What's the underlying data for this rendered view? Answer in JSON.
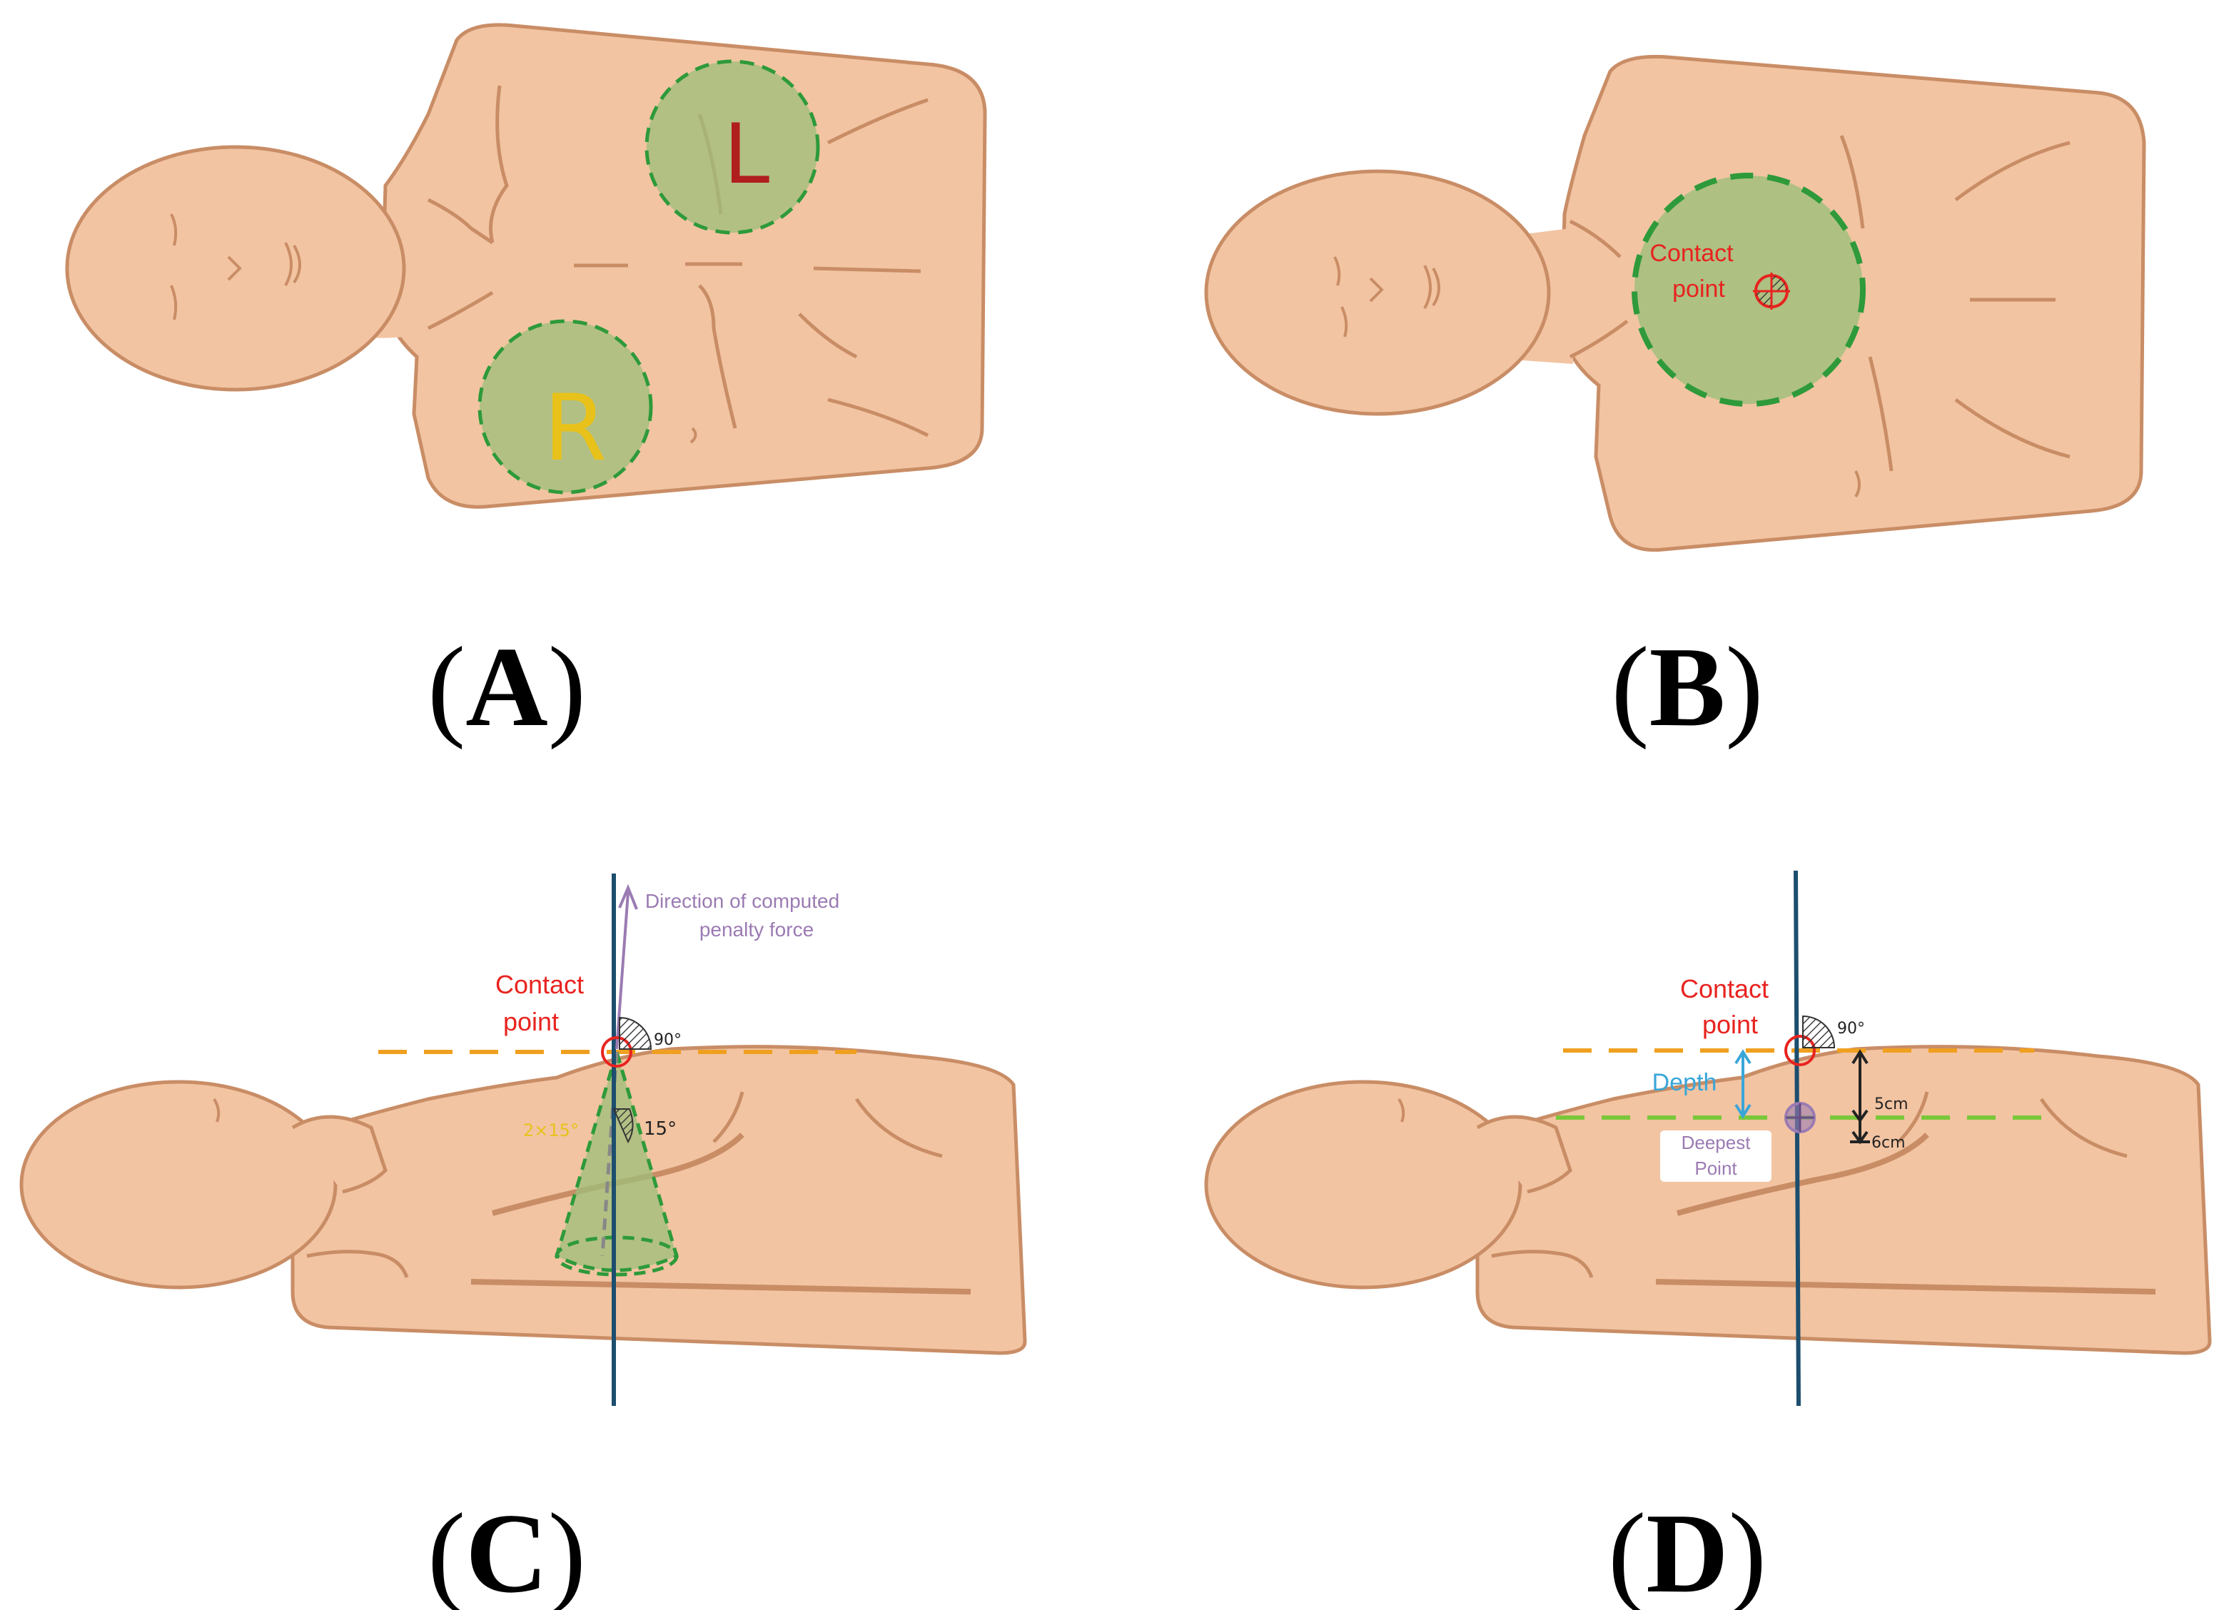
{
  "panels": {
    "a": {
      "caption_letter": "A",
      "left_marker": "L",
      "right_marker": "R"
    },
    "b": {
      "caption_letter": "B",
      "contact_line1": "Contact",
      "contact_line2": "point"
    },
    "c": {
      "caption_letter": "C",
      "direction_line1": "Direction of computed",
      "direction_line2": "penalty force",
      "contact_line1": "Contact",
      "contact_line2": "point",
      "angle_90": "90°",
      "angle_15": "15°",
      "angle_2x15": "2×15°"
    },
    "d": {
      "caption_letter": "D",
      "contact_line1": "Contact",
      "contact_line2": "point",
      "angle_90": "90°",
      "depth": "Depth",
      "deepest_line1": "Deepest",
      "deepest_line2": "Point",
      "dim_5": "5cm",
      "dim_6": "6cm"
    }
  },
  "colors": {
    "skin": "#f2c4a2",
    "skin_outline": "#c98d66",
    "green_zone": "#9cbf7a",
    "green_dash": "#2e9a3a",
    "orange_dash": "#f0a020",
    "lime_dash": "#7ac83a",
    "navy_line": "#1c4e6e",
    "red_text": "#e8231f",
    "purple": "#9b7bb3",
    "depth_blue": "#3aa6d8",
    "left_marker": "#b01e1e",
    "right_marker": "#e8c21a"
  }
}
